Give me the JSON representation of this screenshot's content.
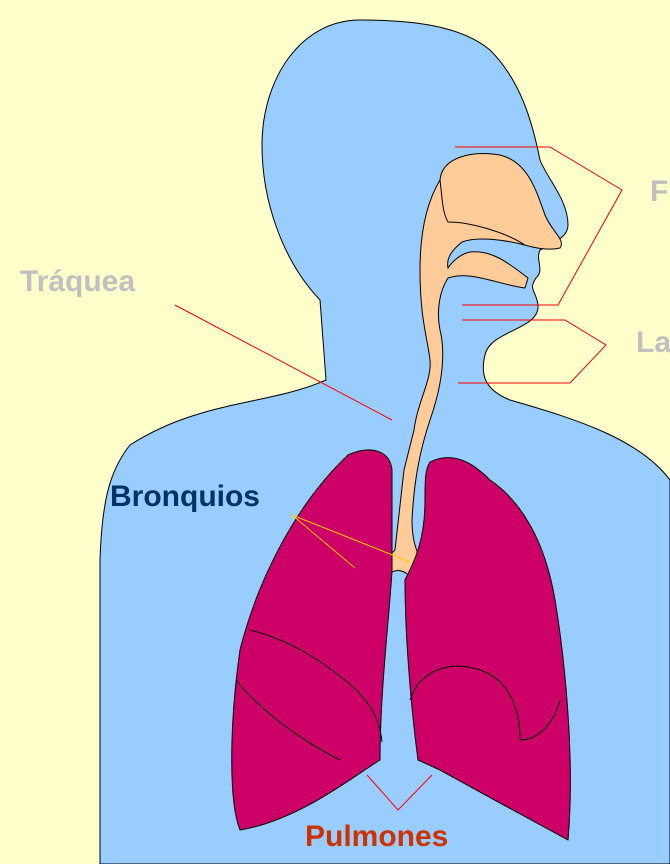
{
  "labels": {
    "traquea": "Tráquea",
    "faringe": "F",
    "laringe": "La",
    "bronquios": "Bronquios",
    "pulmones": "Pulmones"
  },
  "colors": {
    "background": "#ffffcc",
    "body": "#99ccff",
    "airway": "#ffcc99",
    "lungs": "#cc0066",
    "leader_red": "#ff0000",
    "leader_yellow": "#ffcc00",
    "label_gray": "#c0c0c0",
    "label_bronquios": "#003366",
    "label_pulmones": "#cc3300"
  }
}
